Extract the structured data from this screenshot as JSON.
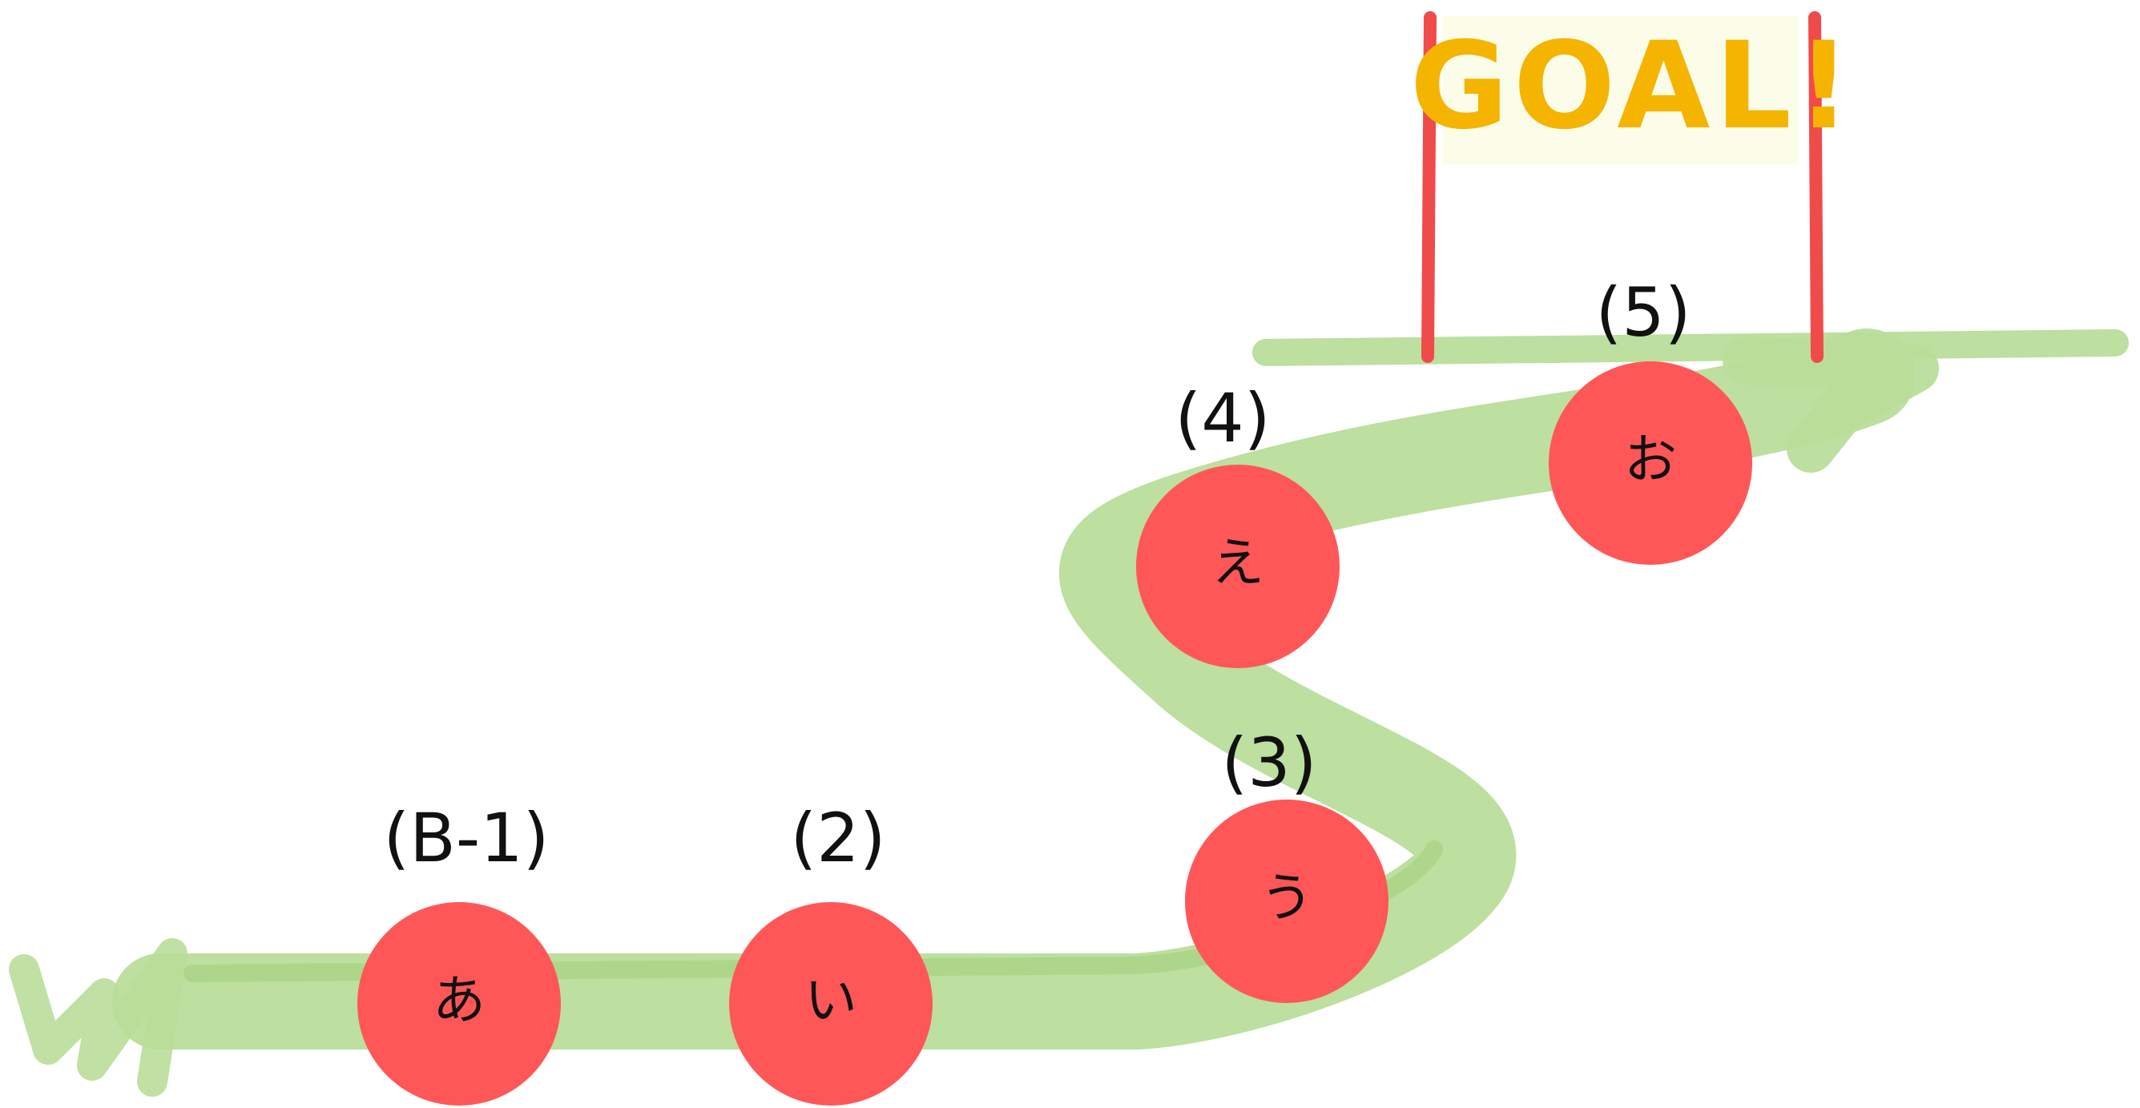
{
  "goal": {
    "text": "GOAL!"
  },
  "steps": [
    {
      "label": "(B-1)",
      "node": "あ"
    },
    {
      "label": "(2)",
      "node": "い"
    },
    {
      "label": "(3)",
      "node": "う"
    },
    {
      "label": "(4)",
      "node": "え"
    },
    {
      "label": "(5)",
      "node": "お"
    }
  ],
  "colors": {
    "path": "#b9dd9a",
    "path_dark": "#a3d07e",
    "node": "#ff5757",
    "pole": "#f04b4b",
    "goal_text": "#f5b400",
    "goal_banner": "#fbfde9"
  }
}
